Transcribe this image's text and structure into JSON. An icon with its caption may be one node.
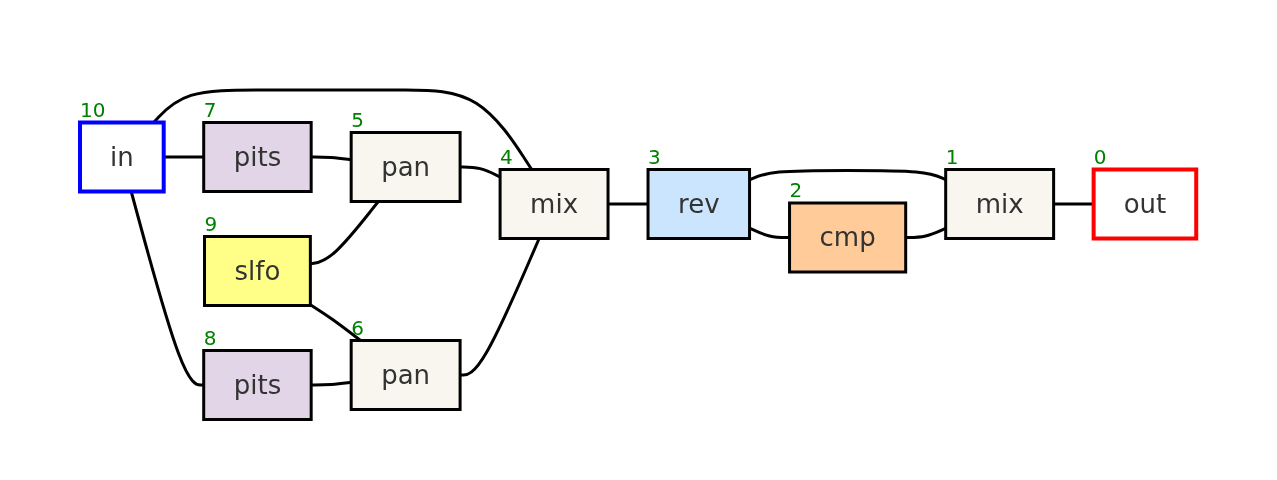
{
  "diagram": {
    "nodes": [
      {
        "text": [
          "in"
        ],
        "beside": [
          "10"
        ]
      },
      {
        "text": [
          "pits"
        ],
        "beside": [
          "7"
        ]
      },
      {
        "text": [
          "pits"
        ],
        "beside": [
          "8"
        ]
      },
      {
        "text": [
          "slfo"
        ],
        "beside": [
          "9"
        ]
      },
      {
        "text": [
          "pan"
        ],
        "beside": [
          "5"
        ]
      },
      {
        "text": [
          "pan"
        ],
        "beside": [
          "6"
        ]
      },
      {
        "text": [
          "mix"
        ],
        "beside": [
          "4"
        ]
      },
      {
        "text": [
          "rev"
        ],
        "beside": [
          "3"
        ]
      },
      {
        "text": [
          "cmp"
        ],
        "beside": [
          "2"
        ]
      },
      {
        "text": [
          "mix"
        ],
        "beside": [
          "1"
        ]
      },
      {
        "text": [
          "out"
        ],
        "beside": [
          "0"
        ]
      }
    ],
    "edges": [
      {
        "from": 0,
        "to": 6,
        "arrow": "none"
      },
      {
        "from": 0,
        "to": 1,
        "arrow": "none"
      },
      {
        "from": 0,
        "to": 2,
        "arrow": "none"
      },
      {
        "from": 1,
        "to": 4,
        "arrow": "none"
      },
      {
        "from": 2,
        "to": 5,
        "arrow": "none"
      },
      {
        "from": 3,
        "to": 4,
        "arrow": "none"
      },
      {
        "from": 3,
        "to": 5,
        "arrow": "none"
      },
      {
        "from": 4,
        "to": 6,
        "arrow": "none"
      },
      {
        "from": 5,
        "to": 6,
        "arrow": "none"
      },
      {
        "from": 6,
        "to": 7,
        "arrow": "none"
      },
      {
        "from": 7,
        "to": 9,
        "arrow": "none"
      },
      {
        "from": 7,
        "to": 8,
        "arrow": "none"
      },
      {
        "from": 8,
        "to": 9,
        "arrow": "none"
      },
      {
        "from": 9,
        "to": 10,
        "arrow": "none"
      }
    ]
  }
}
